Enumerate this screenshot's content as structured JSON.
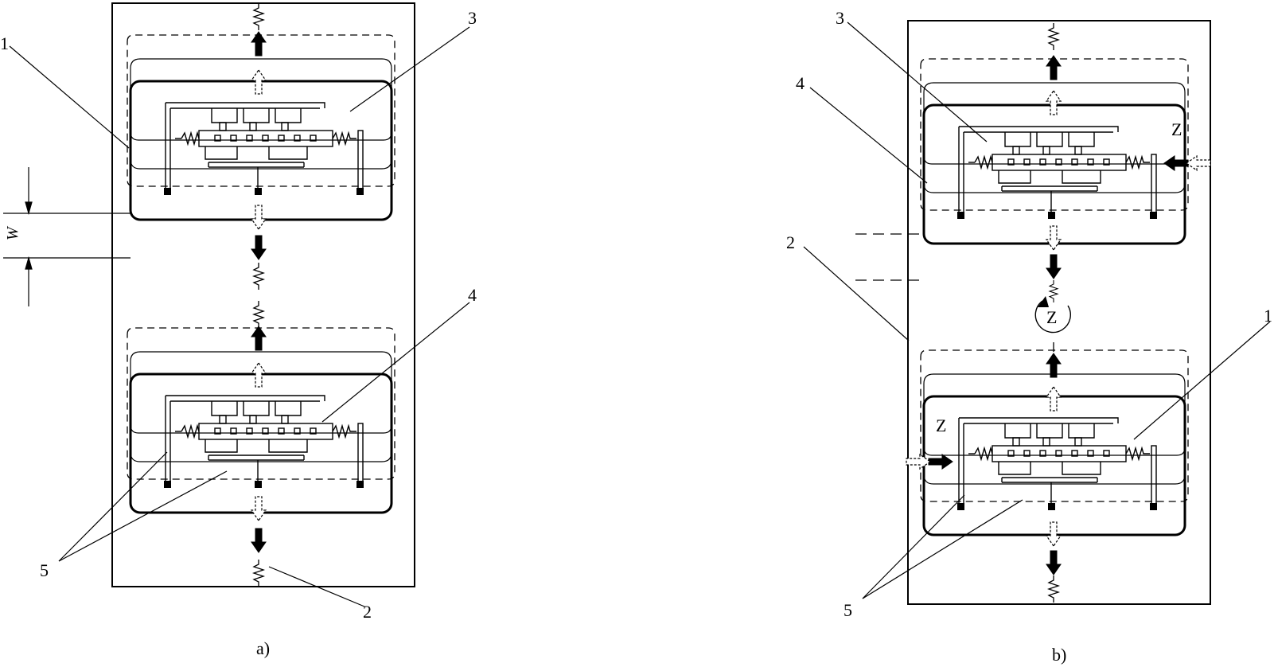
{
  "panels": [
    {
      "id": "a",
      "caption": "a)",
      "labels": {
        "top_left": "1",
        "top_right": "3",
        "bottom_right": "4",
        "bottom_left": "5",
        "bottom_spring": "2",
        "dimension": "W"
      }
    },
    {
      "id": "b",
      "caption": "b)",
      "labels": {
        "top_left": "3",
        "mid_left": "4",
        "frame": "2",
        "right": "1",
        "bottom_left": "5",
        "z_upper": "Z",
        "z_center": "Z",
        "z_lower": "Z"
      }
    }
  ],
  "colors": {
    "ink": "#000000",
    "paper": "#ffffff"
  }
}
